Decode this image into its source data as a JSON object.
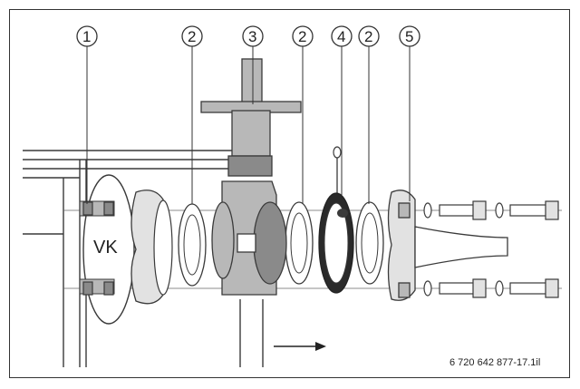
{
  "labels": {
    "vk": "VK",
    "document_id": "6 720 642 877-17.1il"
  },
  "callouts": [
    {
      "number": "1"
    },
    {
      "number": "2"
    },
    {
      "number": "3"
    },
    {
      "number": "2"
    },
    {
      "number": "4"
    },
    {
      "number": "2"
    },
    {
      "number": "5"
    }
  ],
  "colors": {
    "line": "#3a3a3a",
    "part_gray": "#b8b8b8",
    "part_dark": "#8a8a8a",
    "part_light": "#e2e2e2"
  }
}
